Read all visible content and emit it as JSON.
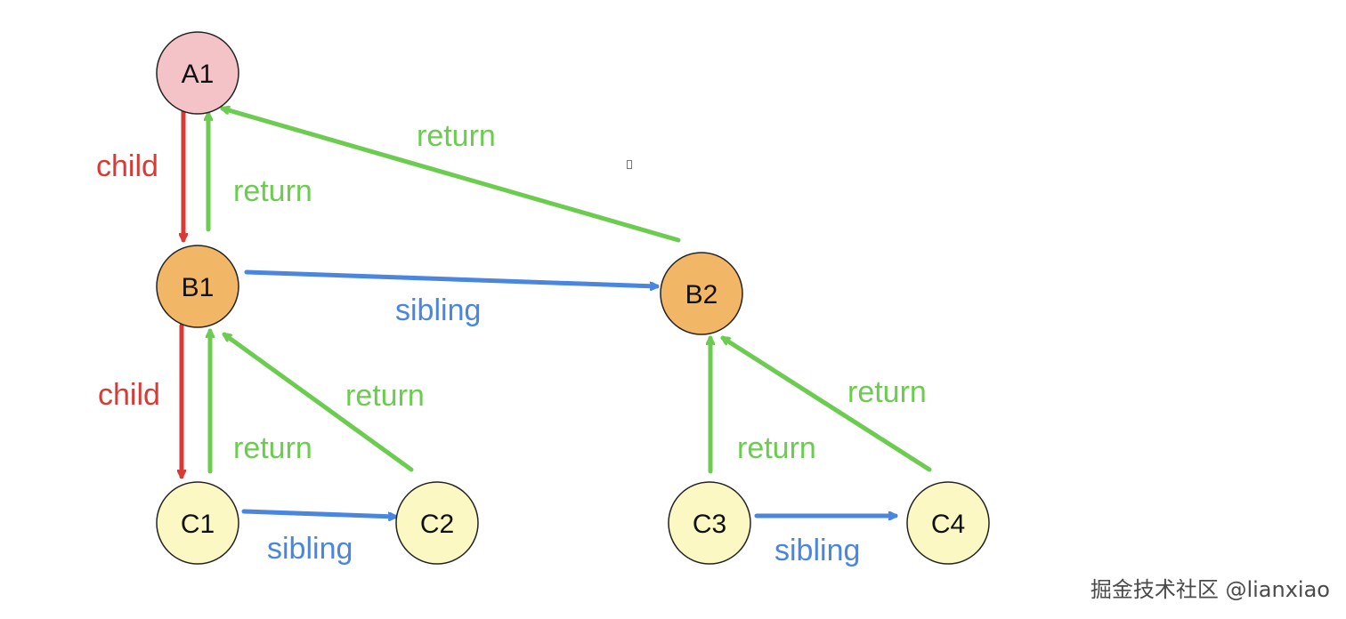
{
  "colors": {
    "child_edge": "#d83a35",
    "return_edge": "#6ccc4f",
    "sibling_edge": "#4a86dd",
    "node_stroke": "#222222",
    "node_a_fill": "#f4c3c8",
    "node_b_fill": "#f2b766",
    "node_c_fill": "#fbf8c3"
  },
  "nodes": [
    {
      "id": "A1",
      "label": "A1",
      "level": "A"
    },
    {
      "id": "B1",
      "label": "B1",
      "level": "B"
    },
    {
      "id": "B2",
      "label": "B2",
      "level": "B"
    },
    {
      "id": "C1",
      "label": "C1",
      "level": "C"
    },
    {
      "id": "C2",
      "label": "C2",
      "level": "C"
    },
    {
      "id": "C3",
      "label": "C3",
      "level": "C"
    },
    {
      "id": "C4",
      "label": "C4",
      "level": "C"
    }
  ],
  "edges": [
    {
      "id": "a1-b1-child",
      "from": "A1",
      "to": "B1",
      "type": "child",
      "label": "child"
    },
    {
      "id": "b1-a1-return",
      "from": "B1",
      "to": "A1",
      "type": "return",
      "label": "return"
    },
    {
      "id": "b2-a1-return",
      "from": "B2",
      "to": "A1",
      "type": "return",
      "label": "return"
    },
    {
      "id": "b1-b2-sibling",
      "from": "B1",
      "to": "B2",
      "type": "sibling",
      "label": "sibling"
    },
    {
      "id": "b1-c1-child",
      "from": "B1",
      "to": "C1",
      "type": "child",
      "label": "child"
    },
    {
      "id": "c1-b1-return",
      "from": "C1",
      "to": "B1",
      "type": "return",
      "label": "return"
    },
    {
      "id": "c2-b1-return",
      "from": "C2",
      "to": "B1",
      "type": "return",
      "label": "return"
    },
    {
      "id": "c1-c2-sibling",
      "from": "C1",
      "to": "C2",
      "type": "sibling",
      "label": "sibling"
    },
    {
      "id": "c3-b2-return",
      "from": "C3",
      "to": "B2",
      "type": "return",
      "label": "return"
    },
    {
      "id": "c4-b2-return",
      "from": "C4",
      "to": "B2",
      "type": "return",
      "label": "return"
    },
    {
      "id": "c3-c4-sibling",
      "from": "C3",
      "to": "C4",
      "type": "sibling",
      "label": "sibling"
    }
  ],
  "watermark": "掘金技术社区 @lianxiao"
}
